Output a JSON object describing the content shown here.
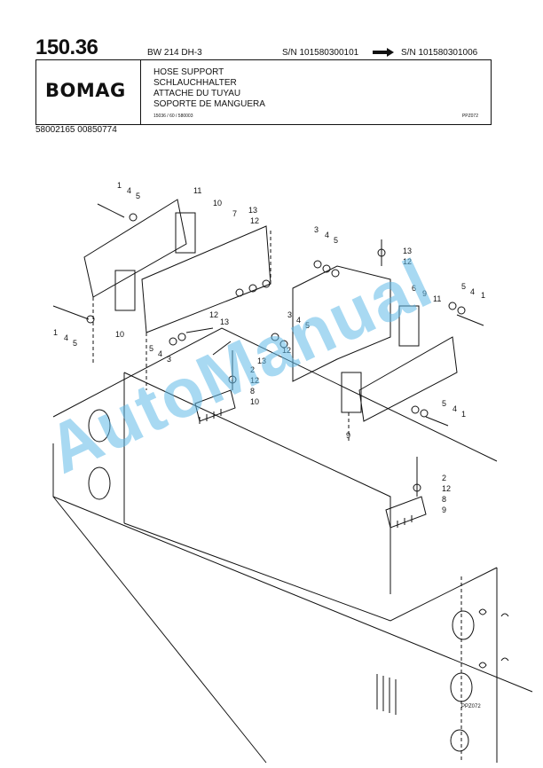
{
  "header": {
    "page_number": "150.36",
    "model": "BW 214 DH-3",
    "serial_from": "S/N 101580300101",
    "serial_to": "S/N 101580301006",
    "logo": "BOMAG",
    "titles": [
      "HOSE SUPPORT",
      "SCHLAUCHHALTER",
      "ATTACHE DU TUYAU",
      "SOPORTE DE MANGUERA"
    ],
    "ref_left": "15036 / 60 / 580003",
    "ref_right": "PPZ072",
    "part_numbers": "58002165   00850774"
  },
  "drawing": {
    "callouts": {
      "c1": "1",
      "c4": "4",
      "c5": "5",
      "c11": "11",
      "c10": "10",
      "c7": "7",
      "c13": "13",
      "c12": "12",
      "c3": "3",
      "c6": "6",
      "c9": "9",
      "c2": "2",
      "c8": "8"
    },
    "footer_ref": "PPZ072"
  },
  "watermark": "AutoManual"
}
